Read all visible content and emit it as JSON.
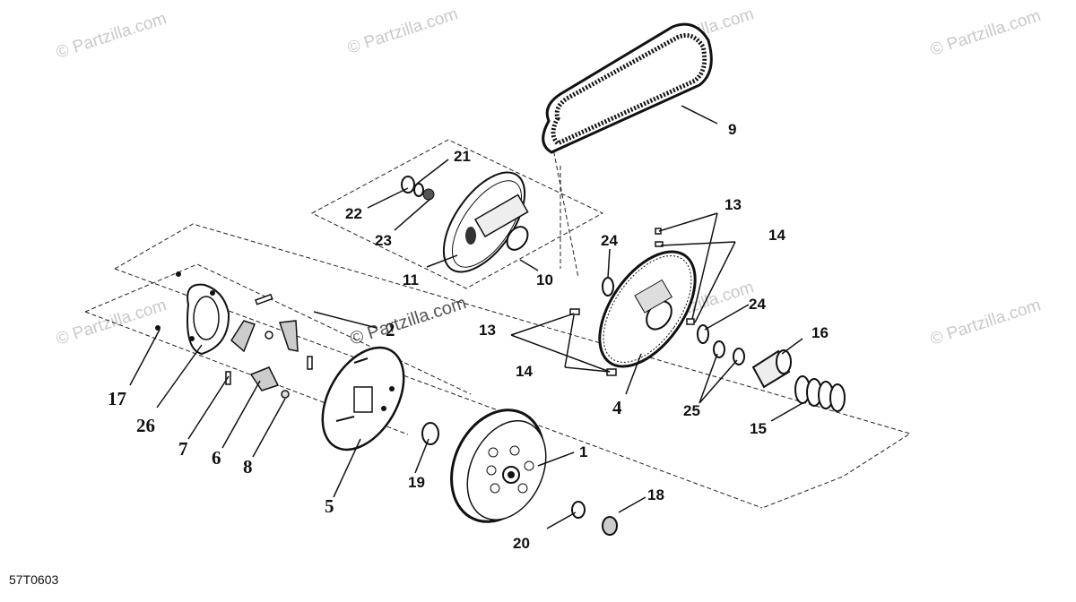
{
  "watermark": {
    "text": "© Partzilla.com",
    "color": "#c9c9c9"
  },
  "diagram_code": "57T0603",
  "callouts": {
    "c1": "1",
    "c2": "2",
    "c4": "4",
    "c5": "5",
    "c6": "6",
    "c7": "7",
    "c8": "8",
    "c9": "9",
    "c10": "10",
    "c11": "11",
    "c13a": "13",
    "c13b": "13",
    "c14a": "14",
    "c14b": "14",
    "c15": "15",
    "c16": "16",
    "c17": "17",
    "c18": "18",
    "c19": "19",
    "c20": "20",
    "c21": "21",
    "c22": "22",
    "c23": "23",
    "c24a": "24",
    "c24b": "24",
    "c25": "25",
    "c26": "26"
  }
}
